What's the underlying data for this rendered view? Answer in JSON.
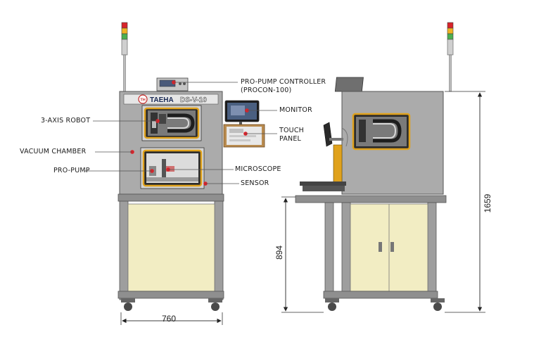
{
  "brand": {
    "logo_text": "TAEHA",
    "model": "DS-V-10",
    "badge": "TH"
  },
  "callouts": {
    "controller_line1": "PRO-PUMP CONTROLLER",
    "controller_line2": "(PROCON-100)",
    "monitor": "MONITOR",
    "touch_line1": "TOUCH",
    "touch_line2": "PANEL",
    "microscope": "MICROSCOPE",
    "sensor": "SENSOR",
    "robot": "3-AXIS ROBOT",
    "chamber": "VACUUM CHAMBER",
    "pump": "PRO-PUMP"
  },
  "dimensions": {
    "width": "760",
    "height_total": "1659",
    "height_table": "894"
  },
  "colors": {
    "frame": "#9a9a9a",
    "panel": "#f2edc3",
    "body": "#a9a6a6",
    "window_frame": "#e0a21c",
    "callout": "#d8232a"
  }
}
